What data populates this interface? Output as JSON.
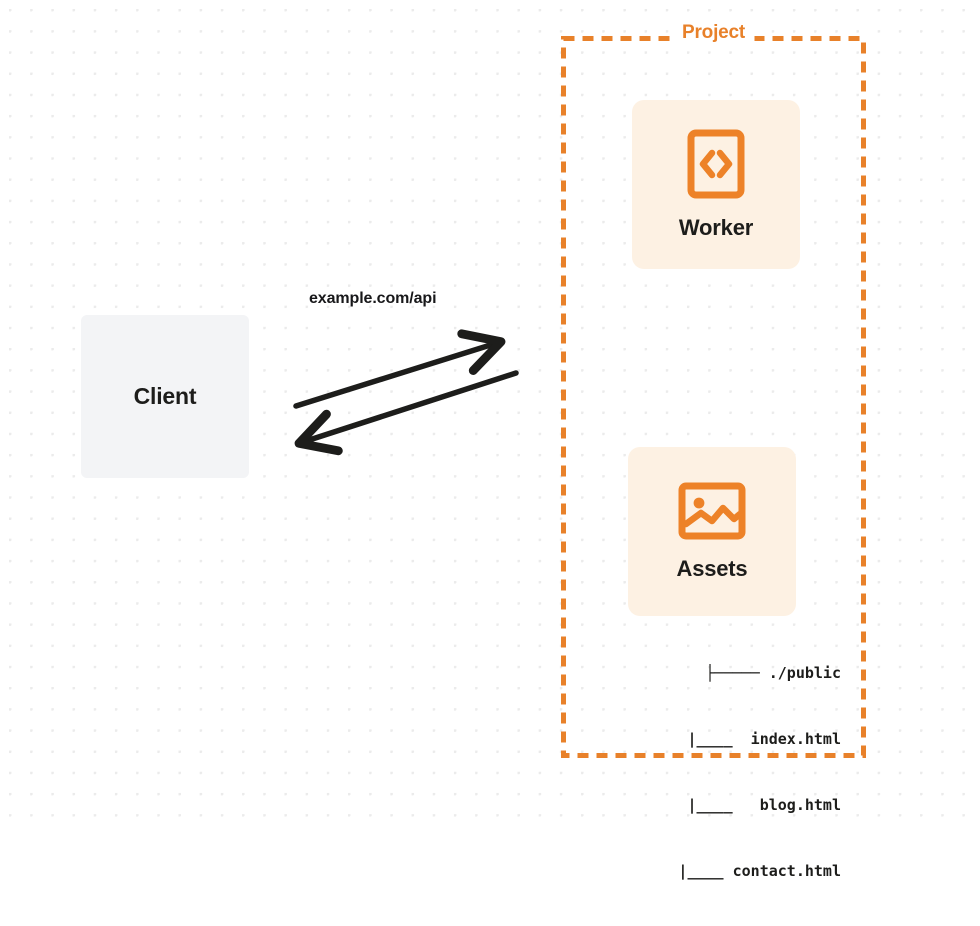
{
  "diagram": {
    "title": "Client to Project (Worker + Assets) request flow",
    "background": {
      "dot_color": "#ebebeb",
      "page_color": "#ffffff"
    },
    "colors": {
      "accent_orange": "#e8812a",
      "card_cream": "#fdf1e3",
      "client_gray": "#f3f4f6",
      "text_dark": "#1d1d1b",
      "arrow_black": "#1d1d1b"
    }
  },
  "client": {
    "label": "Client"
  },
  "connector": {
    "label": "example.com/api",
    "request_direction": "client-to-project",
    "response_direction": "project-to-client"
  },
  "project": {
    "title": "Project",
    "border_style": "dashed",
    "services": [
      {
        "id": "worker",
        "label": "Worker",
        "icon": "code-brackets-icon"
      },
      {
        "id": "assets",
        "label": "Assets",
        "icon": "image-picture-icon"
      }
    ],
    "assets_tree": [
      "├───── ./public",
      "   |____  index.html",
      "   |____   blog.html",
      "   |____ contact.html"
    ]
  }
}
